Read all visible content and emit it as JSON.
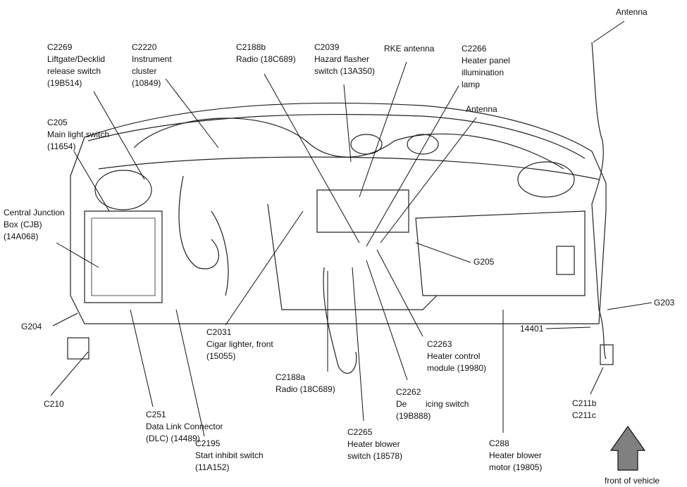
{
  "labels": {
    "antenna_top": [
      "Antenna"
    ],
    "c2269": [
      "C2269",
      "Liftgate/Decklid",
      "release switch",
      "(19B514)"
    ],
    "c2220": [
      "C2220",
      "Instrument",
      "cluster",
      "(10849)"
    ],
    "c2188b": [
      "C2188b",
      "Radio (18C689)"
    ],
    "c2039": [
      "C2039",
      "Hazard flasher",
      "switch (13A350)"
    ],
    "rke": [
      "RKE antenna"
    ],
    "c2266": [
      "C2266",
      "Heater panel",
      "illumination",
      "lamp"
    ],
    "antenna_mid": [
      "Antenna"
    ],
    "c205": [
      "C205",
      "Main light switch",
      "(11654)"
    ],
    "cjb": [
      "Central Junction",
      "Box (CJB)",
      "(14A068)"
    ],
    "g205": [
      "G205"
    ],
    "g204": [
      "G204"
    ],
    "g203": [
      "G203"
    ],
    "n14401": [
      "14401"
    ],
    "c2031": [
      "C2031",
      "Cigar lighter, front",
      "(15055)"
    ],
    "c2263": [
      "C2263",
      "Heater control",
      "module (19980)"
    ],
    "c2188a": [
      "C2188a",
      "Radio (18C689)"
    ],
    "c2262": [
      "C2262",
      "De        icing switch",
      "(19B888)"
    ],
    "c210": [
      "C210"
    ],
    "c251": [
      "C251",
      "Data Link Connector",
      "(DLC) (14489)"
    ],
    "c2265": [
      "C2265",
      "Heater blower",
      "switch (18578)"
    ],
    "c211": [
      "C211b",
      "C211c"
    ],
    "c2195": [
      "C2195",
      "Start inhibit switch",
      "(11A152)"
    ],
    "c288": [
      "C288",
      "Heater blower",
      "motor (19805)"
    ],
    "front": [
      "front of vehicle"
    ]
  },
  "colors": {
    "line": "#111111",
    "arrow_fill": "#808080"
  }
}
